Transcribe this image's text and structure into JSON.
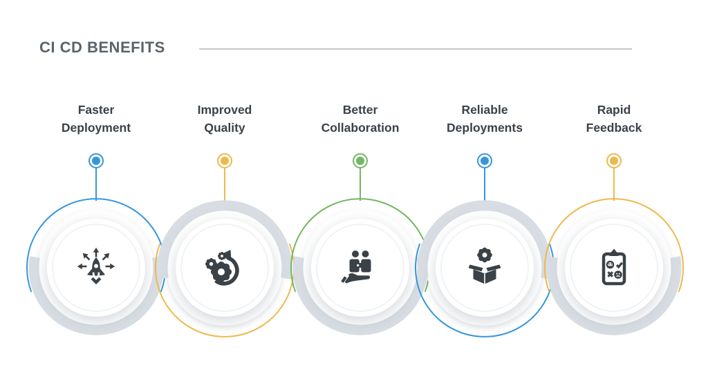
{
  "header": {
    "title": "CI CD BENEFITS"
  },
  "items": [
    {
      "label": "Faster Deployment",
      "label_line1": "Faster",
      "label_line2": "Deployment",
      "color": "#3596de",
      "icon": "rocket-launch",
      "arc_position": "top"
    },
    {
      "label": "Improved Quality",
      "label_line1": "Improved",
      "label_line2": "Quality",
      "color": "#eeb84d",
      "icon": "gear-arrow",
      "arc_position": "bottom"
    },
    {
      "label": "Better Collaboration",
      "label_line1": "Better",
      "label_line2": "Collaboration",
      "color": "#72b763",
      "icon": "hand-collaboration",
      "arc_position": "top"
    },
    {
      "label": "Reliable Deployments",
      "label_line1": "Reliable",
      "label_line2": "Deployments",
      "color": "#3596de",
      "icon": "box-gear",
      "arc_position": "bottom"
    },
    {
      "label": "Rapid Feedback",
      "label_line1": "Rapid",
      "label_line2": "Feedback",
      "color": "#eeb84d",
      "icon": "feedback-clipboard",
      "arc_position": "top"
    }
  ],
  "colors": {
    "background": "#ffffff",
    "title_text": "#5a636b",
    "label_text": "#3a4149",
    "ring_gray": "#d7dde2",
    "icon": "#3a4147",
    "rule_line": "#c4c8cb"
  }
}
